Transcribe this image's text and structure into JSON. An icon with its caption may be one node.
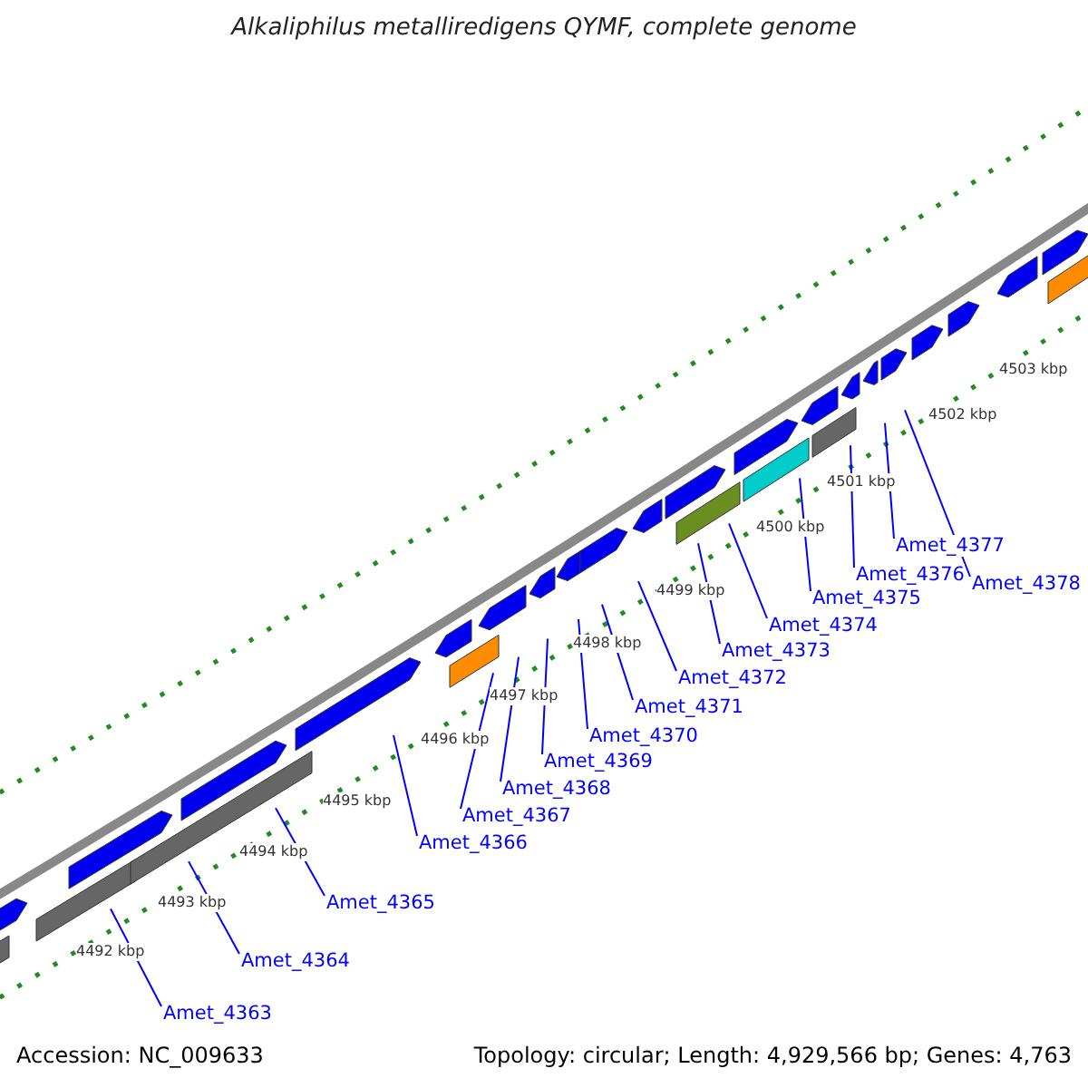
{
  "diagram": {
    "title": "Alkaliphilus metalliredigens QYMF, complete genome",
    "nodes": [
      {
        "text": [
          "Amet_4363"
        ]
      },
      {
        "text": [
          "Amet_4364"
        ]
      },
      {
        "text": [
          "Amet_4365"
        ]
      },
      {
        "text": [
          "Amet_4366"
        ]
      },
      {
        "text": [
          "Amet_4367"
        ]
      },
      {
        "text": [
          "Amet_4368"
        ]
      },
      {
        "text": [
          "Amet_4369"
        ]
      },
      {
        "text": [
          "Amet_4370"
        ]
      },
      {
        "text": [
          "Amet_4371"
        ]
      },
      {
        "text": [
          "Amet_4372"
        ]
      },
      {
        "text": [
          "Amet_4373"
        ]
      },
      {
        "text": [
          "Amet_4374"
        ]
      },
      {
        "text": [
          "Amet_4375"
        ]
      },
      {
        "text": [
          "Amet_4376"
        ]
      },
      {
        "text": [
          "Amet_4377"
        ]
      },
      {
        "text": [
          "Amet_4378"
        ]
      }
    ],
    "edges": [
      {
        "from": 0,
        "to": null,
        "arrow": "none"
      },
      {
        "from": 1,
        "to": null,
        "arrow": "none"
      },
      {
        "from": 2,
        "to": null,
        "arrow": "none"
      },
      {
        "from": 3,
        "to": null,
        "arrow": "none"
      },
      {
        "from": 4,
        "to": null,
        "arrow": "none"
      },
      {
        "from": 5,
        "to": null,
        "arrow": "none"
      },
      {
        "from": 6,
        "to": null,
        "arrow": "none"
      },
      {
        "from": 7,
        "to": null,
        "arrow": "none"
      },
      {
        "from": 8,
        "to": null,
        "arrow": "none"
      },
      {
        "from": 9,
        "to": null,
        "arrow": "none"
      },
      {
        "from": 10,
        "to": null,
        "arrow": "none"
      },
      {
        "from": 11,
        "to": null,
        "arrow": "none"
      },
      {
        "from": 12,
        "to": null,
        "arrow": "none"
      },
      {
        "from": 13,
        "to": null,
        "arrow": "none"
      },
      {
        "from": 14,
        "to": null,
        "arrow": "none"
      },
      {
        "from": 15,
        "to": null,
        "arrow": "none"
      }
    ],
    "labels": [
      "4492 kbp",
      "4493 kbp",
      "4494 kbp",
      "4495 kbp",
      "4496 kbp",
      "4497 kbp",
      "4498 kbp",
      "4499 kbp",
      "4500 kbp",
      "4501 kbp",
      "4502 kbp",
      "4503 kbp",
      "Accession: NC_009633",
      "Topology: circular; Length: 4,929,566 bp; Genes: 4,763"
    ]
  }
}
